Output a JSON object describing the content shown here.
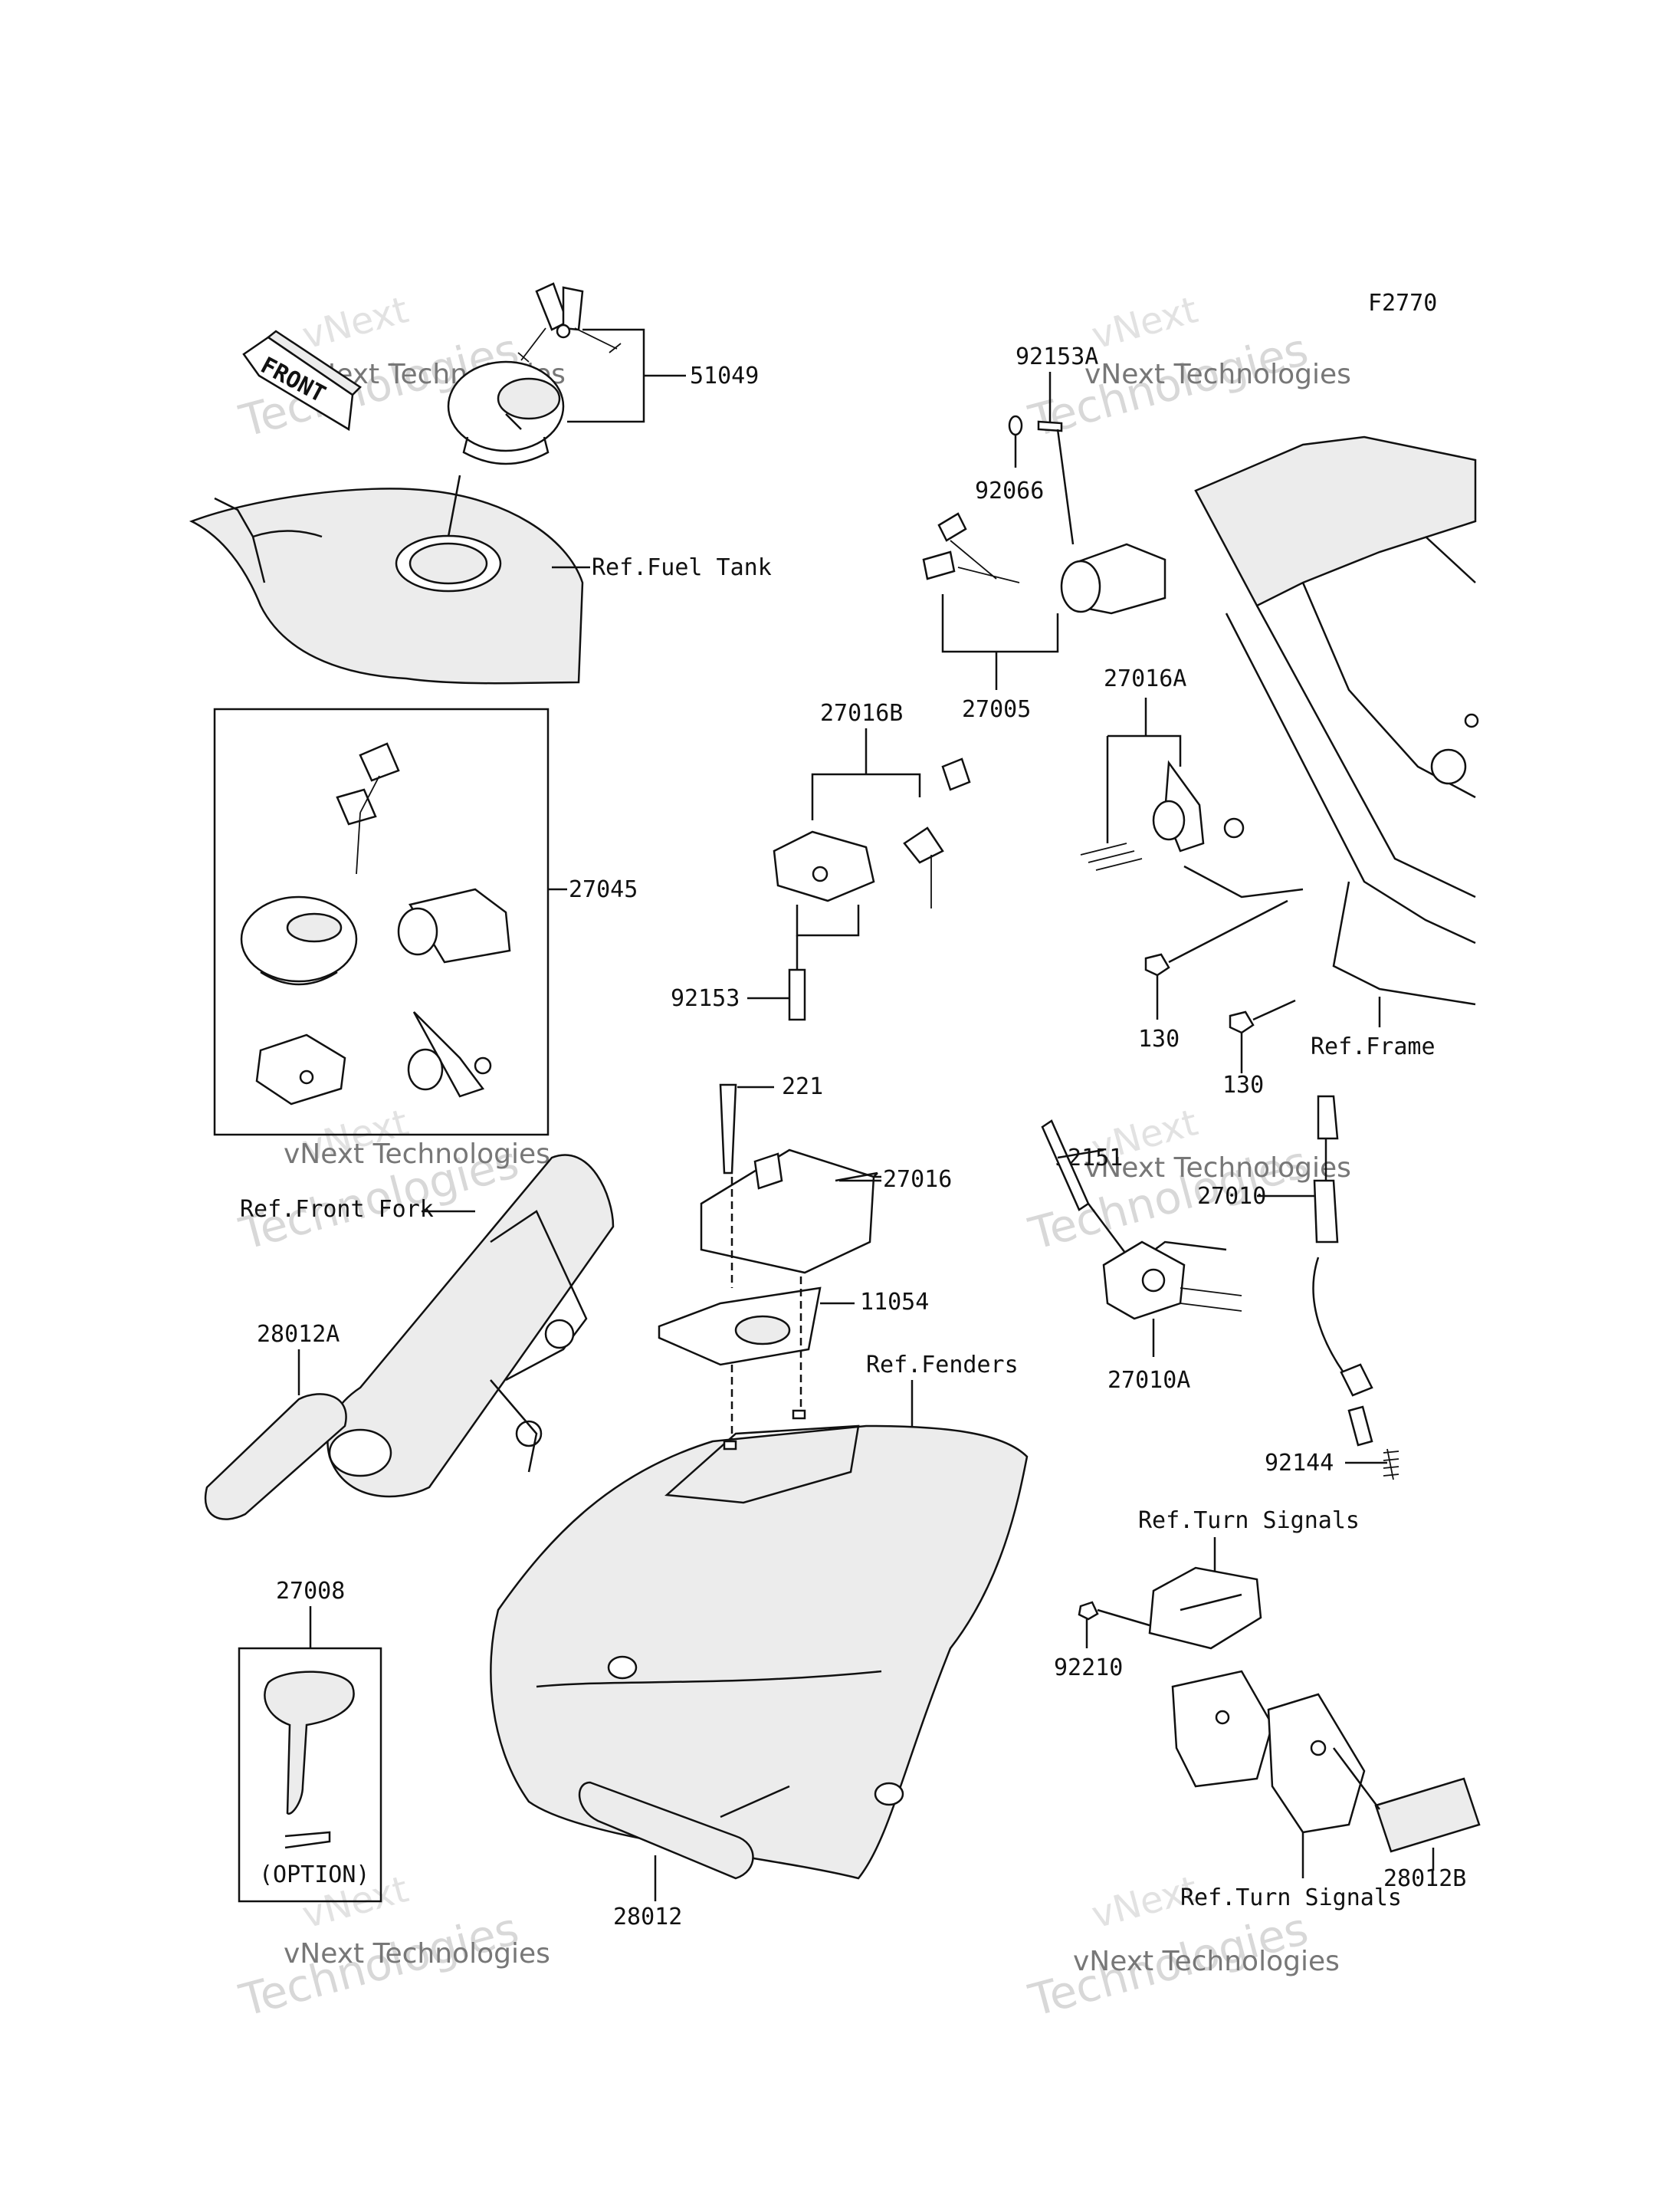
{
  "figure_code": "F2770",
  "labels": {
    "p51049": "51049",
    "ref_fuel_tank": "Ref.Fuel Tank",
    "p27045": "27045",
    "p92153a": "92153A",
    "p92066": "92066",
    "p27005": "27005",
    "p27016b": "27016B",
    "p27016a": "27016A",
    "p92153": "92153",
    "p130a": "130",
    "p130b": "130",
    "ref_frame": "Ref.Frame",
    "p221": "221",
    "p27016": "27016",
    "p11054": "11054",
    "ref_front_fork": "Ref.Front Fork",
    "p28012a": "28012A",
    "ref_fenders": "Ref.Fenders",
    "p92151": "92151",
    "p27010": "27010",
    "p27010a": "27010A",
    "p92144": "92144",
    "ref_turn_signals_top": "Ref.Turn Signals",
    "p92210": "92210",
    "p27008": "27008",
    "option": "(OPTION)",
    "p28012": "28012",
    "p28012b": "28012B",
    "ref_turn_signals_bottom": "Ref.Turn Signals",
    "front_arrow": "FRONT"
  },
  "watermark": {
    "line_brand": "vNext",
    "line_company": "vNext Technologies",
    "line_tech": "Technologies"
  }
}
